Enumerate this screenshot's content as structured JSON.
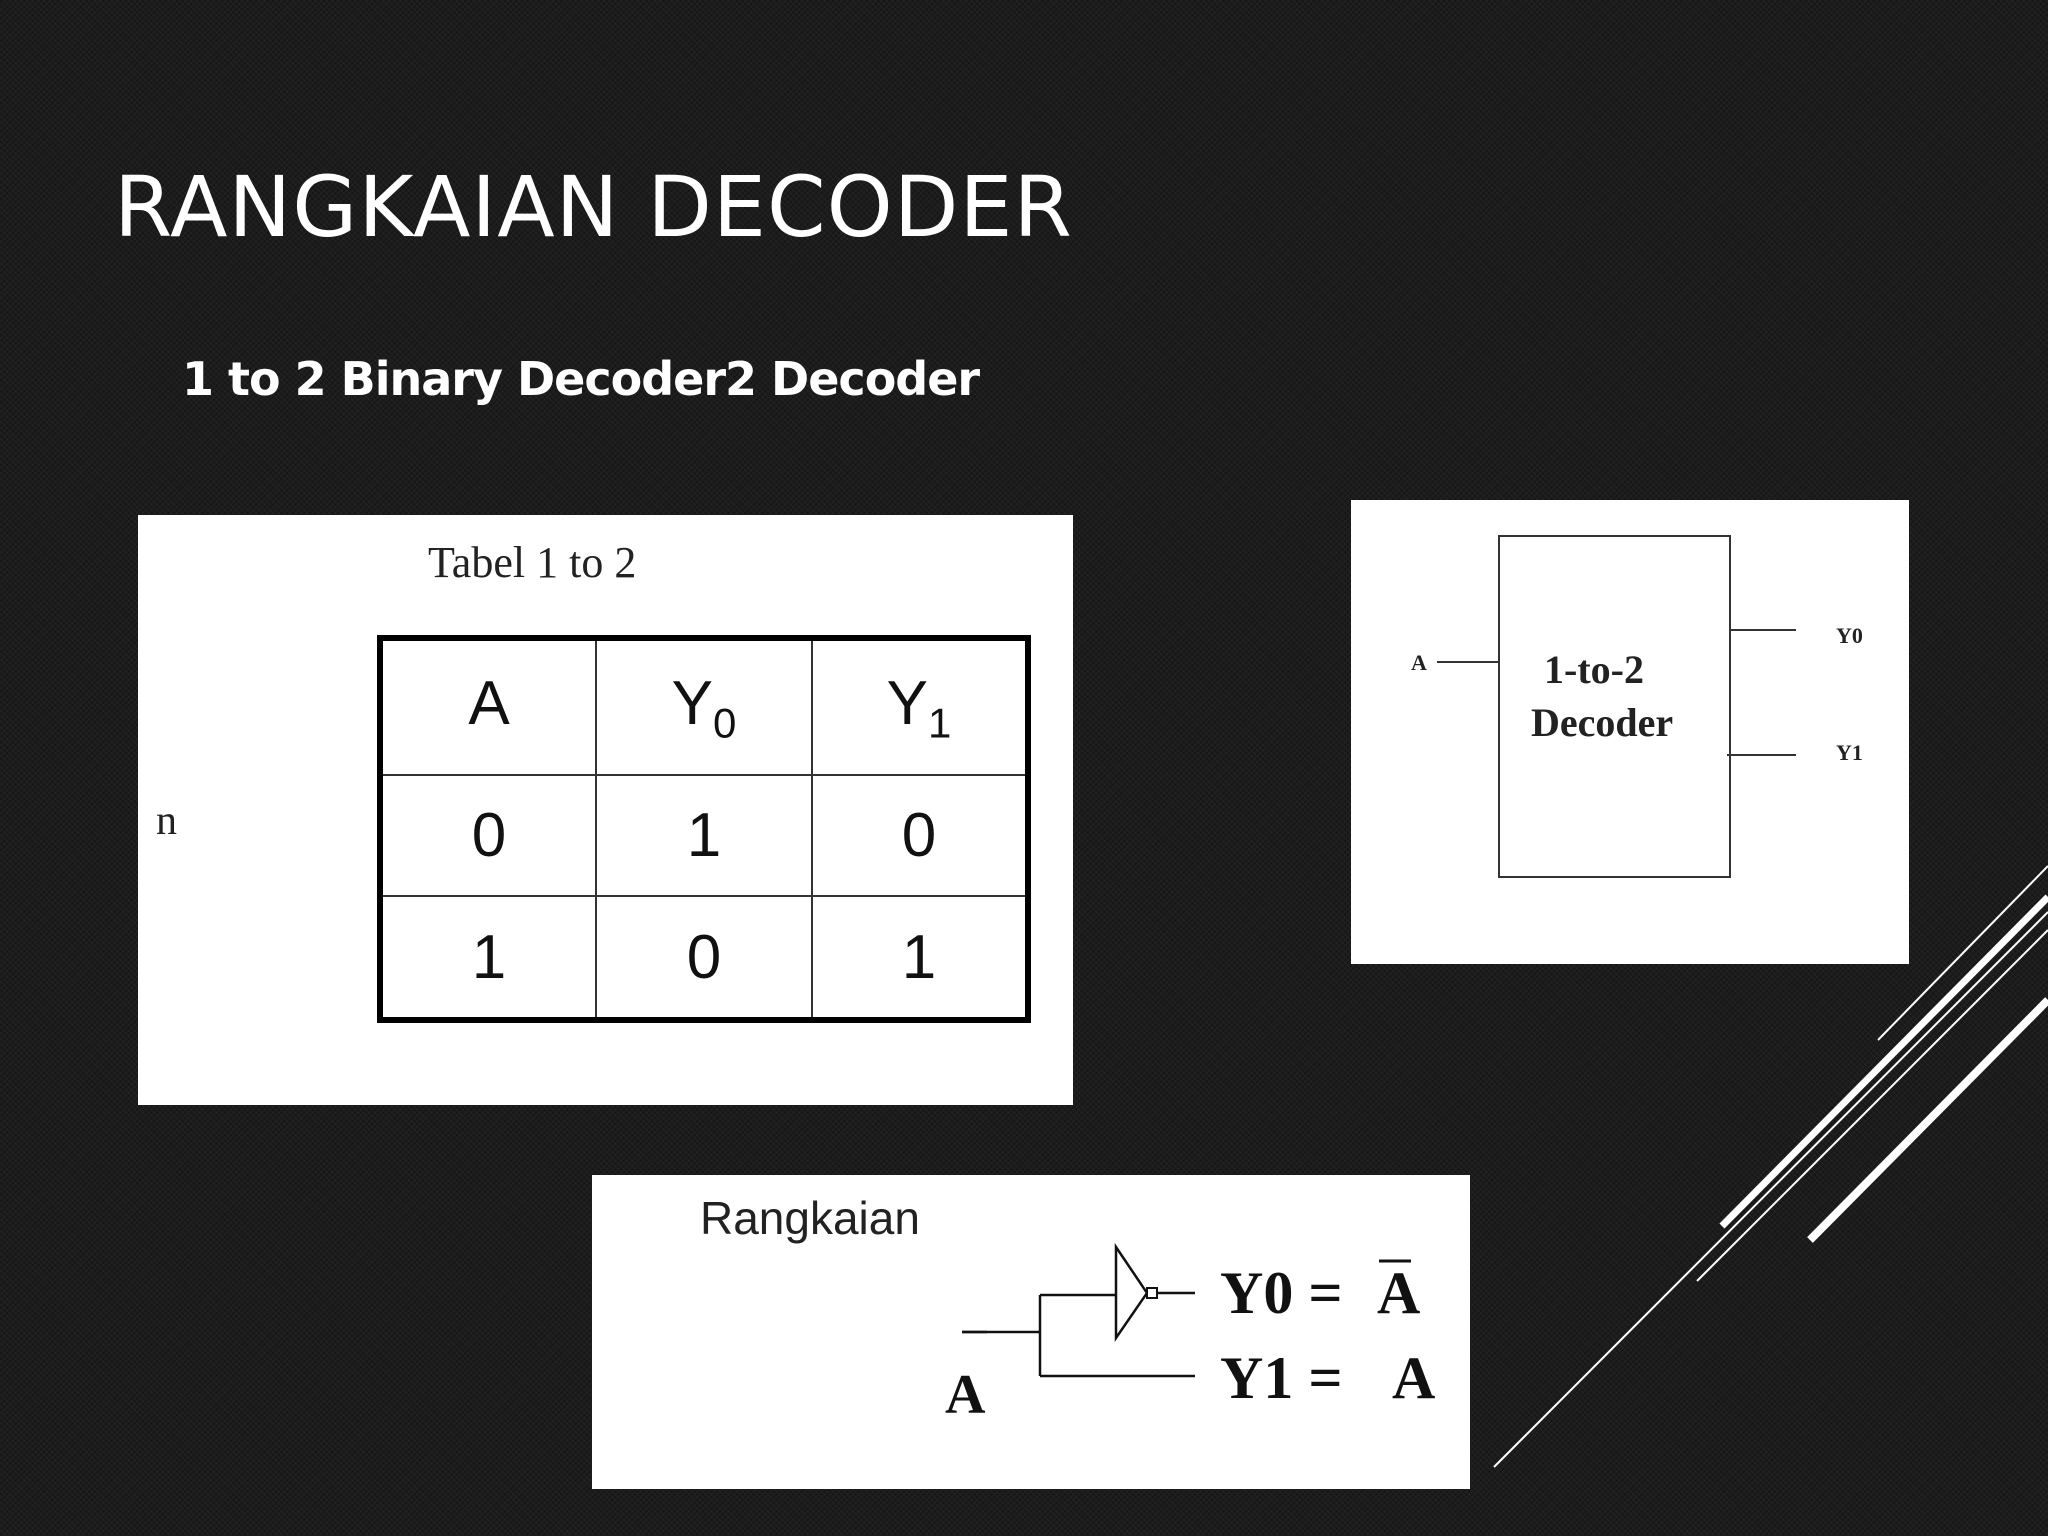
{
  "slide": {
    "title": "RANGKAIAN DECODER",
    "subtitle": "1 to 2 Binary Decoder2 Decoder"
  },
  "truth_table": {
    "caption": "Tabel 1 to 2",
    "side_letter": "n",
    "headers": [
      {
        "base": "A",
        "sub": ""
      },
      {
        "base": "Y",
        "sub": "0"
      },
      {
        "base": "Y",
        "sub": "1"
      }
    ],
    "rows": [
      [
        "0",
        "1",
        "0"
      ],
      [
        "1",
        "0",
        "1"
      ]
    ]
  },
  "block_diagram": {
    "input": "A",
    "block_line1": "1-to-2",
    "block_line2": "Decoder",
    "output0": "Y0",
    "output1": "Y1"
  },
  "circuit": {
    "label": "Rangkaian",
    "input": "A",
    "eq0_left": "Y0 =",
    "eq0_right": "A",
    "eq1_left": "Y1 =",
    "eq1_right": "A"
  },
  "colors": {
    "background": "#1c1c1c",
    "text": "#ffffff",
    "panel": "#ffffff",
    "accent_lines": "#ffffff"
  }
}
